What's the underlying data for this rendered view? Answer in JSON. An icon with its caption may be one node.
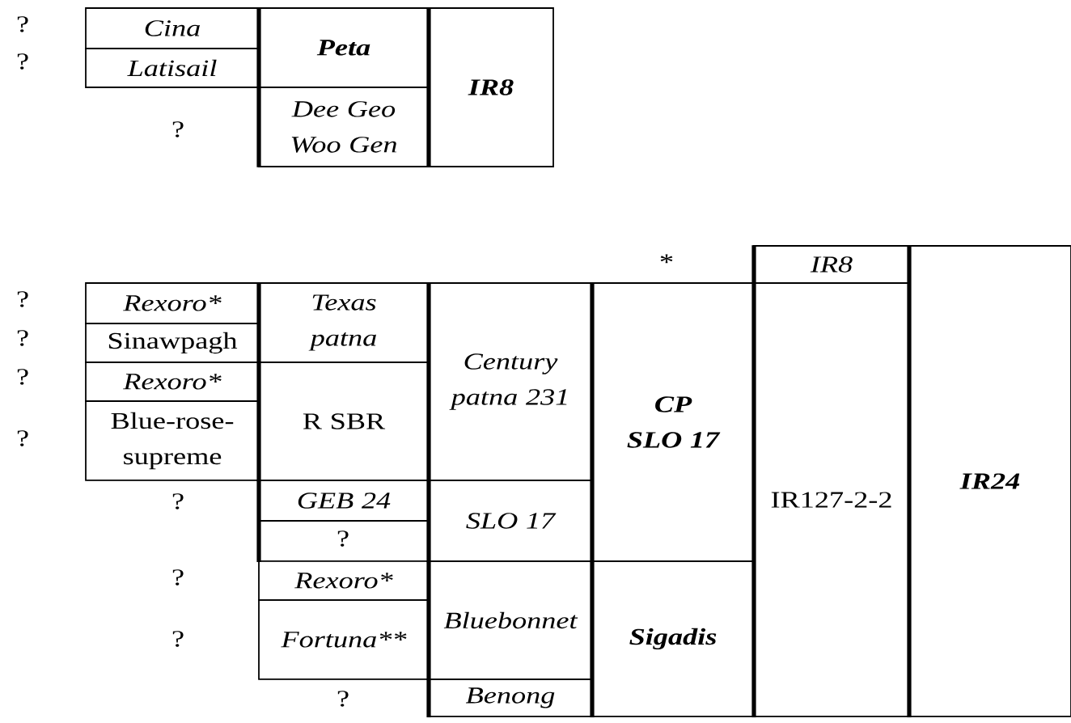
{
  "diagram": {
    "nodes": [
      {
        "text": [
          "Cina"
        ]
      },
      {
        "text": [
          "Latisail"
        ]
      },
      {
        "text": [
          "Peta"
        ]
      },
      {
        "text": [
          "Dee Geo Woo Gen"
        ]
      },
      {
        "text": [
          "IR8"
        ]
      },
      {
        "text": [
          "IR8"
        ]
      },
      {
        "text": [
          "Rexoro*"
        ]
      },
      {
        "text": [
          "Texas patna"
        ]
      },
      {
        "text": [
          "Century patna 231"
        ]
      },
      {
        "text": [
          "CP SLO 17"
        ]
      },
      {
        "text": [
          "IR127-2-2"
        ]
      },
      {
        "text": [
          "IR24"
        ]
      },
      {
        "text": [
          "Sinawpagh"
        ]
      },
      {
        "text": [
          "Rexoro*"
        ]
      },
      {
        "text": [
          "R SBR"
        ]
      },
      {
        "text": [
          "Blue-rose-supreme"
        ]
      },
      {
        "text": [
          "GEB 24"
        ]
      },
      {
        "text": [
          "SLO 17"
        ]
      },
      {
        "text": [
          "Rexoro*"
        ]
      },
      {
        "text": [
          "Bluebonnet"
        ]
      },
      {
        "text": [
          "Sigadis"
        ]
      },
      {
        "text": [
          "Fortuna**"
        ]
      },
      {
        "text": [
          "Benong"
        ]
      }
    ],
    "labels": [
      "?",
      "?",
      "?",
      "*",
      "?",
      "?",
      "?",
      "?",
      "?",
      "?",
      "?",
      "?",
      "?"
    ]
  }
}
